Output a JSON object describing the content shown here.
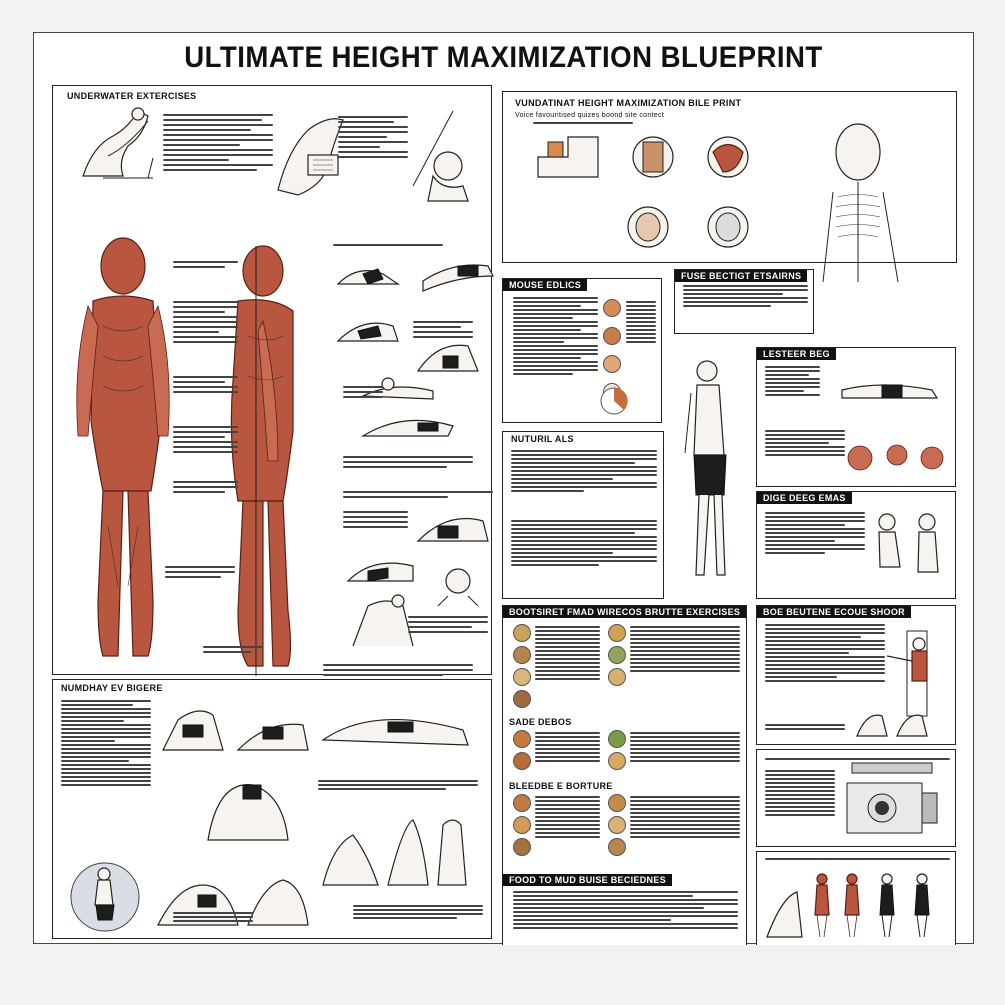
{
  "title": "ULTIMATE HEIGHT MAXIMIZATION BLUEPRINT",
  "panels": {
    "top_left": "UNDERWATER EXTERCISES",
    "top_right": "VUNDATINAT HEIGHT MAXIMIZATION BILE PRINT",
    "top_right_sub": "Voice favouritised quizes boond site contect",
    "middle_a": "MOUSE EDLICS",
    "middle_b": "FUSE BECTIGT ETSAIRNS",
    "natural": "NUTURIL ALS",
    "right_a": "LESTEER BEG",
    "right_b": "DIGE DEEG EMAS",
    "bottom_left": "NUMDHAY EV BIGERE",
    "bottom_mid_a": "BOOTSIRET FMAD WIRECOS BRUTTE EXERCISES",
    "bottom_mid_b": "SADE DEBOS",
    "bottom_mid_c": "BLEEDBE E BORTURE",
    "bottom_mid_d": "FOOD TO MUD BUISE BECIEDNES",
    "bottom_right_a": "BOE BEUTENE ECOUE SHOOR"
  },
  "colors": {
    "muscle": "#b9563f",
    "muscle_dark": "#5a2015",
    "ink": "#111111",
    "accent_red": "#c0392b"
  },
  "icons": {
    "body_muscle": "anatomy-muscle-figure",
    "skeleton": "skeleton-figure",
    "stretch": "stretching-figure",
    "machine": "inversion-machine"
  }
}
